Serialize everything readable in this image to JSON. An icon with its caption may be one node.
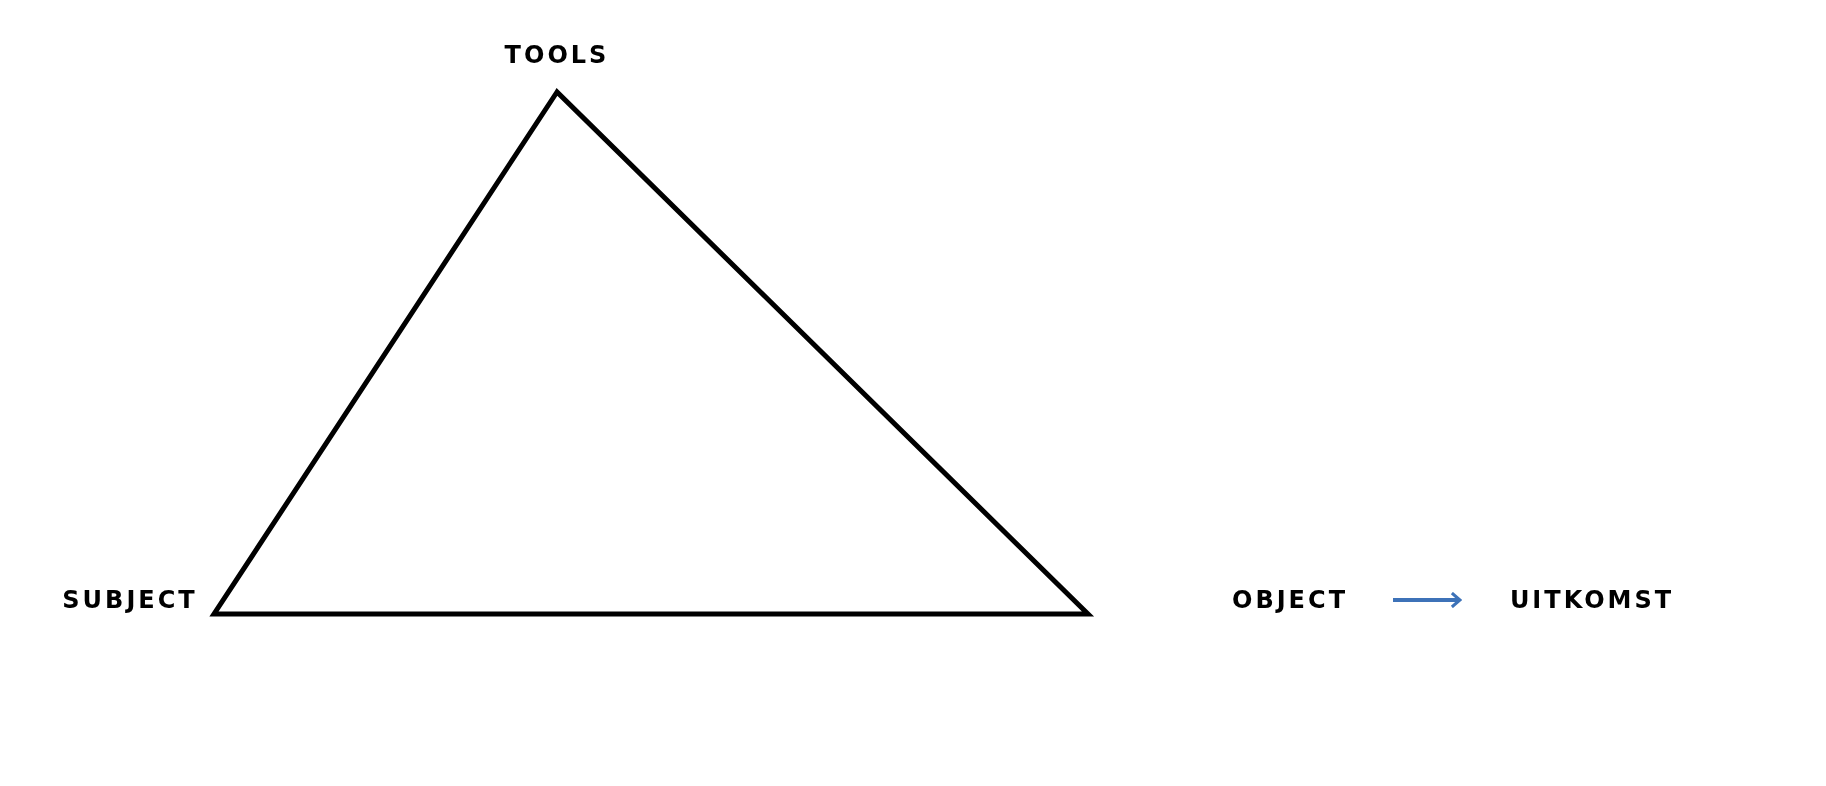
{
  "diagram": {
    "nodes": [
      {
        "text": [
          "OBJECT"
        ]
      },
      {
        "text": [
          "UITKOMST"
        ]
      }
    ],
    "edges": [
      {
        "from": 0,
        "to": 1,
        "arrow": "to",
        "color": "#3d72b8"
      }
    ],
    "labels": [
      "TOOLS",
      "SUBJECT"
    ]
  }
}
